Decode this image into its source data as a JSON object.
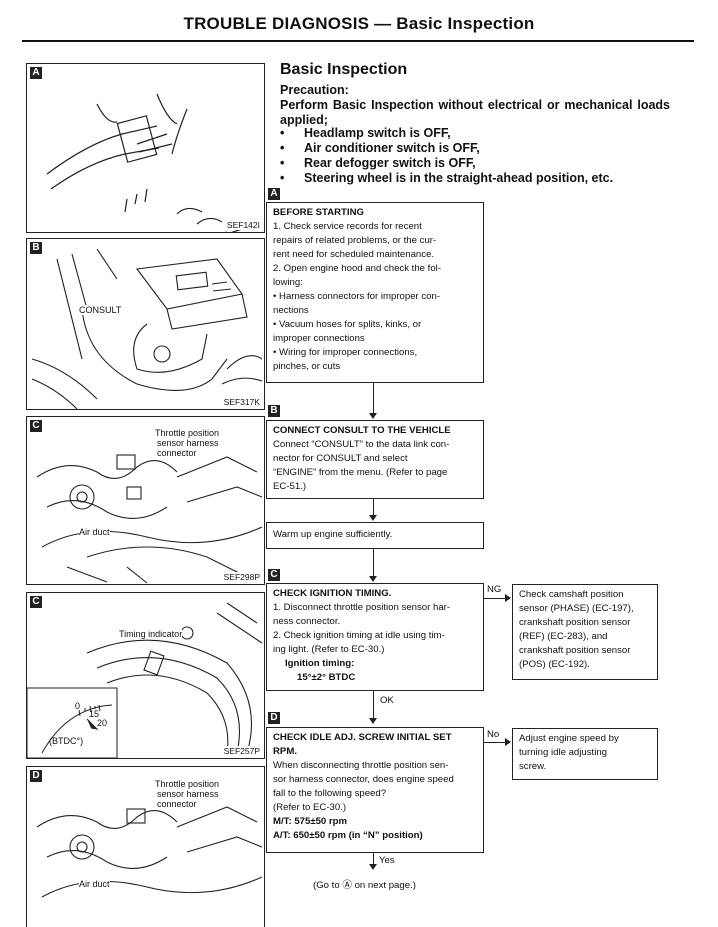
{
  "header": {
    "title": "TROUBLE DIAGNOSIS — Basic Inspection"
  },
  "section": {
    "title": "Basic Inspection",
    "precaution_label": "Precaution:",
    "precaution_text": "Perform Basic Inspection without electrical or mechanical loads applied;",
    "bullets": [
      "Headlamp switch is OFF,",
      "Air conditioner switch is OFF,",
      "Rear defogger switch is OFF,",
      "Steering wheel is in the straight-ahead position, etc."
    ]
  },
  "figures": {
    "a": {
      "tag": "A",
      "id": "SEF142I"
    },
    "b": {
      "tag": "B",
      "id": "SEF317K",
      "label": "CONSULT"
    },
    "c1": {
      "tag": "C",
      "id": "SEF298P",
      "label1": "Throttle position",
      "label2": "sensor harness",
      "label3": "connector",
      "label4": "Air duct"
    },
    "c2": {
      "tag": "C",
      "id": "SEF257P",
      "label1": "Timing indicator",
      "inset_label": "(BTDC°)",
      "scale": [
        "0",
        "15",
        "20"
      ]
    },
    "d": {
      "tag": "D",
      "label1": "Throttle position",
      "label2": "sensor harness",
      "label3": "connector",
      "label4": "Air duct"
    }
  },
  "flow": {
    "tag_a": "A",
    "tag_b": "B",
    "tag_c": "C",
    "tag_d": "D",
    "before": {
      "title": "BEFORE STARTING",
      "lines": [
        "1.  Check service records for recent",
        "     repairs of related problems, or the cur-",
        "     rent need for scheduled maintenance.",
        "2.  Open engine hood and check the fol-",
        "     lowing:",
        "•  Harness connectors for improper con-",
        "    nections",
        "•  Vacuum hoses for splits, kinks, or",
        "    improper connections",
        "•  Wiring for improper connections,",
        "    pinches, or cuts"
      ]
    },
    "consult": {
      "title": "CONNECT CONSULT TO THE VEHICLE",
      "lines": [
        "Connect “CONSULT” to the data link con-",
        "nector for CONSULT and select",
        "“ENGINE” from the menu. (Refer to page",
        "EC-51.)"
      ]
    },
    "warmup": {
      "text": "Warm up engine sufficiently."
    },
    "ignition": {
      "title": "CHECK IGNITION TIMING.",
      "lines": [
        "1.  Disconnect throttle position sensor har-",
        "     ness connector.",
        "2.  Check ignition timing at idle using tim-",
        "     ing light. (Refer to EC-30.)"
      ],
      "spec_label": "Ignition timing:",
      "spec_value": "15°±2° BTDC"
    },
    "ng_label": "NG",
    "ng_box": {
      "lines": [
        "Check camshaft position",
        "sensor (PHASE) (EC-197),",
        "crankshaft position sensor",
        "(REF) (EC-283), and",
        "crankshaft position sensor",
        "(POS) (EC-192)."
      ]
    },
    "ok_label": "OK",
    "idle": {
      "title1": "CHECK IDLE ADJ. SCREW INITIAL SET",
      "title2": "RPM.",
      "lines": [
        "When disconnecting throttle position sen-",
        "sor harness connector, does engine speed",
        "fall to the following speed?",
        "(Refer to EC-30.)"
      ],
      "mt": "M/T: 575±50 rpm",
      "at": "A/T: 650±50 rpm (in “N” position)"
    },
    "no_label": "No",
    "no_box": {
      "lines": [
        "Adjust engine speed by",
        "turning idle adjusting",
        "screw."
      ]
    },
    "yes_label": "Yes",
    "goto": "(Go to Ⓐ on next page.)"
  }
}
